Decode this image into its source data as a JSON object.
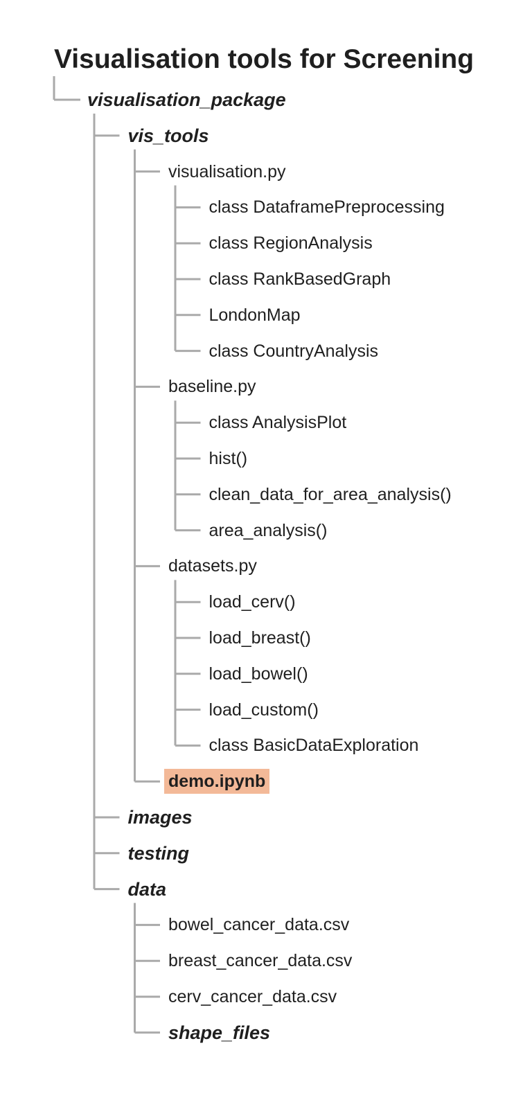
{
  "title": "Visualisation tools for Screening",
  "tree": {
    "label": "visualisation_package",
    "kind": "folder",
    "children": [
      {
        "label": "vis_tools",
        "kind": "folder",
        "children": [
          {
            "label": "visualisation.py",
            "kind": "file",
            "children": [
              {
                "label": "class DataframePreprocessing",
                "kind": "item"
              },
              {
                "label": "class RegionAnalysis",
                "kind": "item"
              },
              {
                "label": "class RankBasedGraph",
                "kind": "item"
              },
              {
                "label": "LondonMap",
                "kind": "item"
              },
              {
                "label": "class CountryAnalysis",
                "kind": "item"
              }
            ]
          },
          {
            "label": "baseline.py",
            "kind": "file",
            "children": [
              {
                "label": "class AnalysisPlot",
                "kind": "item"
              },
              {
                "label": "hist()",
                "kind": "item"
              },
              {
                "label": "clean_data_for_area_analysis()",
                "kind": "item"
              },
              {
                "label": "area_analysis()",
                "kind": "item"
              }
            ]
          },
          {
            "label": "datasets.py",
            "kind": "file",
            "children": [
              {
                "label": "load_cerv()",
                "kind": "item"
              },
              {
                "label": "load_breast()",
                "kind": "item"
              },
              {
                "label": "load_bowel()",
                "kind": "item"
              },
              {
                "label": "load_custom()",
                "kind": "item"
              },
              {
                "label": "class BasicDataExploration",
                "kind": "item"
              }
            ]
          },
          {
            "label": "demo.ipynb",
            "kind": "file",
            "highlight": true
          }
        ]
      },
      {
        "label": "images",
        "kind": "folder"
      },
      {
        "label": "testing",
        "kind": "folder"
      },
      {
        "label": "data",
        "kind": "folder",
        "children": [
          {
            "label": "bowel_cancer_data.csv",
            "kind": "file"
          },
          {
            "label": "breast_cancer_data.csv",
            "kind": "file"
          },
          {
            "label": "cerv_cancer_data.csv",
            "kind": "file"
          },
          {
            "label": "shape_files",
            "kind": "folder"
          }
        ]
      }
    ]
  },
  "colors": {
    "connector": "#aaaaaa",
    "highlight": "#f3b998",
    "text": "#1f1f1f"
  }
}
